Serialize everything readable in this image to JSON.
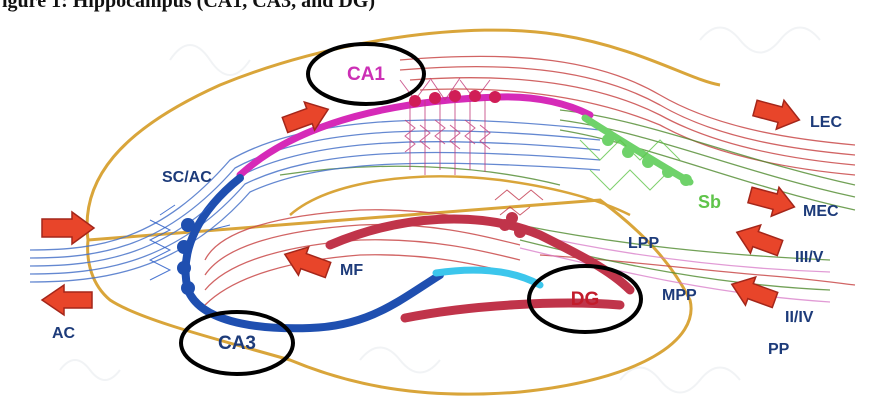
{
  "caption": "igure 1: Hippocampus (CA1, CA3, and DG)",
  "labels": {
    "ca1": "CA1",
    "ca3": "CA3",
    "dg": "DG",
    "sc_ac": "SC/AC",
    "mf": "MF",
    "lpp": "LPP",
    "mpp": "MPP",
    "pp": "PP",
    "lec": "LEC",
    "mec": "MEC",
    "iii_v": "III/V",
    "ii_iv": "II/IV",
    "ac": "AC",
    "sb": "Sb"
  },
  "colors": {
    "outline": "#d9a53a",
    "ca1_band": "#d62ab8",
    "ca3_band": "#1f4fb0",
    "dg_band": "#c0344a",
    "dg_blue": "#3cc6ec",
    "subiculum": "#6fd26a",
    "fibers_red": "#c94a4a",
    "fibers_green": "#4f8a2e",
    "fibers_blue": "#4a74c9",
    "arrow": "#e8452a",
    "label_blue": "#1d3b7a",
    "label_magenta": "#cc2fb5",
    "label_red": "#c21c2b",
    "label_green": "#5fc44a",
    "circle": "#000000"
  }
}
